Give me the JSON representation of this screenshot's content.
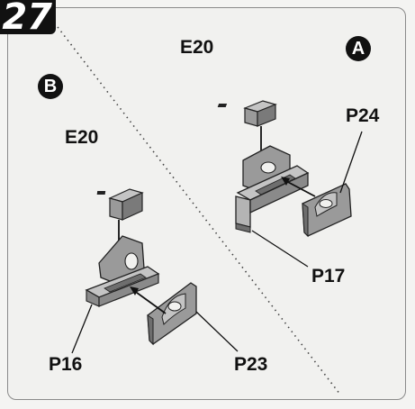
{
  "step": {
    "number": "27"
  },
  "variants": [
    {
      "marker": "A",
      "parts": {
        "top": "E20",
        "base": "P17",
        "side": "P24"
      }
    },
    {
      "marker": "B",
      "parts": {
        "top": "E20",
        "base": "P16",
        "side": "P23"
      }
    }
  ],
  "colors": {
    "part_fill": "#9a9a9a",
    "part_dark": "#6e6e6e",
    "part_light": "#c4c4c4",
    "outline": "#222222",
    "marker_bg": "#111111"
  }
}
